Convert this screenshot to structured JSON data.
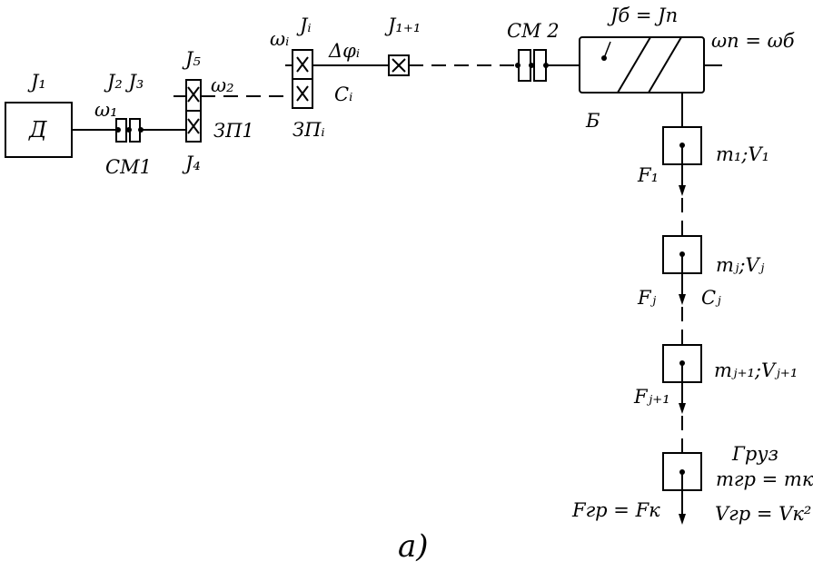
{
  "labels": {
    "motor_text": "Д",
    "J1": "J₁",
    "J2J3": "J₂ J₃",
    "omega1": "ω₁",
    "coupling1": "СМ1",
    "J5": "J₅",
    "J4": "J₄",
    "omega2": "ω₂",
    "gear1": "ЗП1",
    "omega_i": "ωᵢ",
    "J_i": "Jᵢ",
    "delta_phi_i": "Δφᵢ",
    "C_i": "Cᵢ",
    "gear_i": "ЗПᵢ",
    "J_i1": "J₁₊₁",
    "coupling2": "СМ 2",
    "J_drum": "Jб = Jп",
    "omega_n": "ωп = ωб",
    "drum": "Б",
    "m1V1": "m₁;V₁",
    "F1": "F₁",
    "mjVj": "mⱼ;Vⱼ",
    "Fj": "Fⱼ",
    "Cj": "Cⱼ",
    "mj1Vj1": "mⱼ₊₁;Vⱼ₊₁",
    "Fj1": "Fⱼ₊₁",
    "load": "Груз",
    "m_load": "mгр = mк",
    "F_load": "Fгр = Fк",
    "V_load": "Vгр = Vк²",
    "caption": "а)"
  }
}
